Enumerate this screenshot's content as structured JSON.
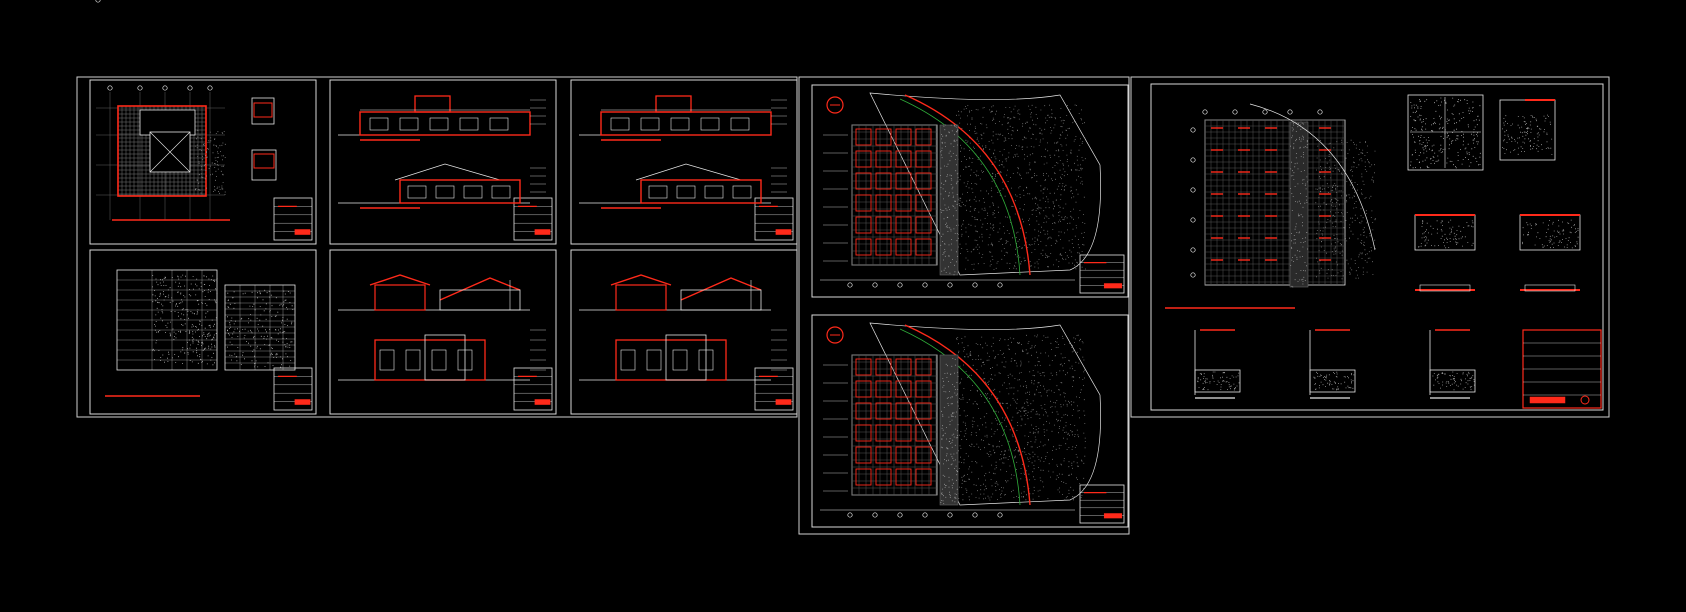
{
  "drawing": {
    "background": "#000000",
    "colors": {
      "frame": "#d8d8d8",
      "line": "#e6e6e6",
      "accent": "#ff2a1a",
      "hatch": "#9a9a9a",
      "green": "#2fae3a"
    },
    "sheets": [
      {
        "kind": "plan-small"
      },
      {
        "kind": "elevations"
      },
      {
        "kind": "elevations"
      },
      {
        "kind": "site-plan"
      },
      {
        "kind": "schedule-table"
      },
      {
        "kind": "sections"
      },
      {
        "kind": "sections"
      },
      {
        "kind": "site-plan"
      },
      {
        "kind": "detail-sheet"
      }
    ]
  }
}
